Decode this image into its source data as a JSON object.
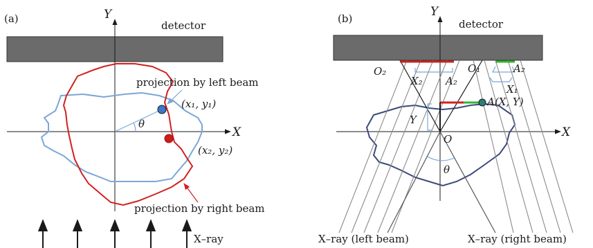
{
  "panel_a": {
    "label": "(a)",
    "detector": "detector",
    "axis_x": "X",
    "axis_y": "Y",
    "projection_left": "projection by left beam",
    "projection_right": "projection by right beam",
    "point1": "(x₁, y₁)",
    "point2": "(x₂, y₂)",
    "theta": "θ",
    "xray": "X–ray"
  },
  "panel_b": {
    "label": "(b)",
    "detector": "detector",
    "axis_x": "X",
    "axis_y": "Y",
    "origin": "O",
    "o1": "O₁",
    "o2": "O₂",
    "a2_left": "A₂",
    "a2_right": "A₂",
    "x1": "X₁",
    "x2": "X₂",
    "y": "Y",
    "point_a": "A(X, Y)",
    "theta": "θ",
    "xray_left": "X–ray (left beam)",
    "xray_right": "X–ray (right beam)"
  },
  "colors": {
    "detector": "#6b6b6b",
    "blue": "#7aa7d8",
    "red": "#d22020",
    "green": "#2eb82e",
    "dark_blue": "#3a4a7a"
  }
}
